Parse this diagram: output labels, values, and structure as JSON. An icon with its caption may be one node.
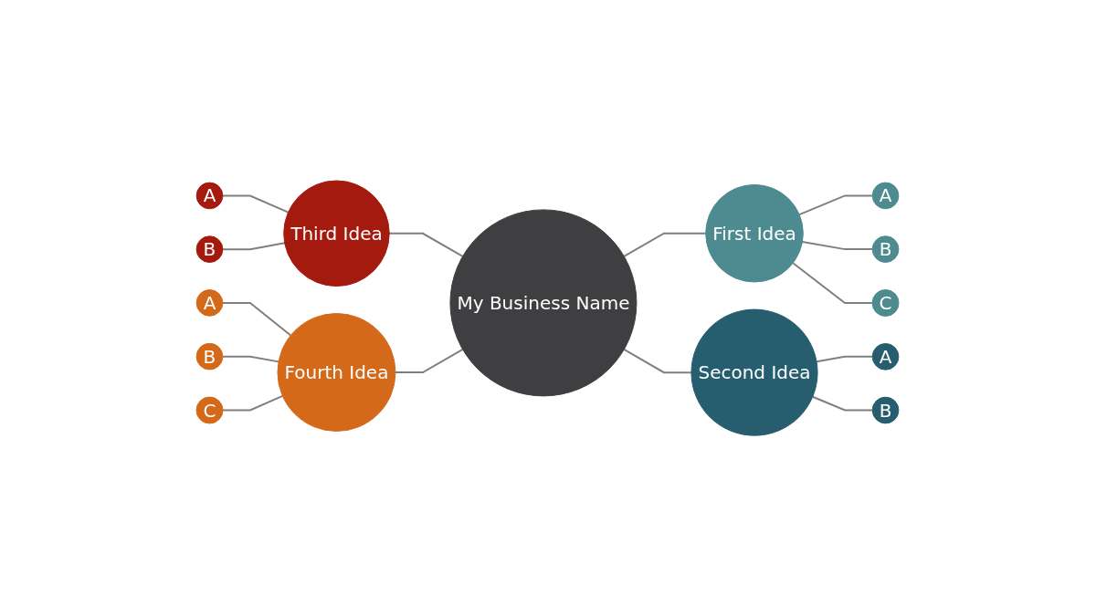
{
  "diagram": {
    "nodes": [
      {
        "text": [
          "My Business Name"
        ]
      },
      {
        "text": [
          "First Idea"
        ]
      },
      {
        "text": [
          "A"
        ]
      },
      {
        "text": [
          "B"
        ]
      },
      {
        "text": [
          "C"
        ]
      },
      {
        "text": [
          "Second Idea"
        ]
      },
      {
        "text": [
          "A"
        ]
      },
      {
        "text": [
          "B"
        ]
      },
      {
        "text": [
          "Third Idea"
        ]
      },
      {
        "text": [
          "A"
        ]
      },
      {
        "text": [
          "B"
        ]
      },
      {
        "text": [
          "Fourth Idea"
        ]
      },
      {
        "text": [
          "A"
        ]
      },
      {
        "text": [
          "B"
        ]
      },
      {
        "text": [
          "C"
        ]
      }
    ],
    "edges": [
      {
        "from": 0,
        "to": 1,
        "arrow": "none"
      },
      {
        "from": 1,
        "to": 2,
        "arrow": "none"
      },
      {
        "from": 1,
        "to": 3,
        "arrow": "none"
      },
      {
        "from": 1,
        "to": 4,
        "arrow": "none"
      },
      {
        "from": 0,
        "to": 5,
        "arrow": "none"
      },
      {
        "from": 5,
        "to": 6,
        "arrow": "none"
      },
      {
        "from": 5,
        "to": 7,
        "arrow": "none"
      },
      {
        "from": 8,
        "to": 0,
        "arrow": "none"
      },
      {
        "from": 9,
        "to": 8,
        "arrow": "none"
      },
      {
        "from": 10,
        "to": 8,
        "arrow": "none"
      },
      {
        "from": 11,
        "to": 0,
        "arrow": "none"
      },
      {
        "from": 12,
        "to": 11,
        "arrow": "none"
      },
      {
        "from": 13,
        "to": 11,
        "arrow": "none"
      },
      {
        "from": 14,
        "to": 11,
        "arrow": "none"
      }
    ]
  }
}
